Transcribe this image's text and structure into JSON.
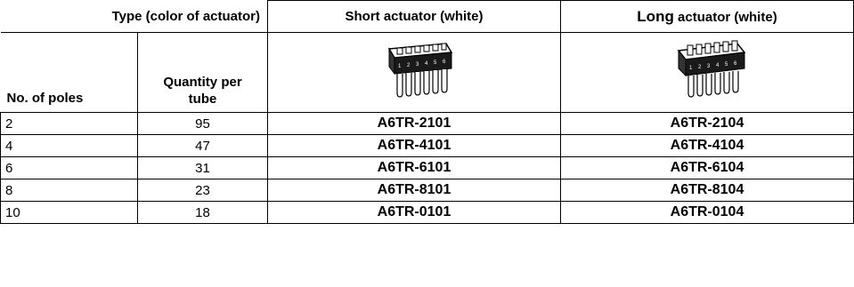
{
  "header": {
    "type_label": "Type (color of actuator)",
    "short_label": "Short actuator (white)",
    "long_label_bold": "Long",
    "long_label_rest": " actuator (white)",
    "poles_label": "No. of poles",
    "qty_label_line1": "Quantity per",
    "qty_label_line2": "tube"
  },
  "images": {
    "short_icon": "dip-switch-short-actuator-icon",
    "long_icon": "dip-switch-long-actuator-icon"
  },
  "rows": [
    {
      "poles": "2",
      "qty": "95",
      "short_model": "A6TR-2101",
      "long_model": "A6TR-2104"
    },
    {
      "poles": "4",
      "qty": "47",
      "short_model": "A6TR-4101",
      "long_model": "A6TR-4104"
    },
    {
      "poles": "6",
      "qty": "31",
      "short_model": "A6TR-6101",
      "long_model": "A6TR-6104"
    },
    {
      "poles": "8",
      "qty": "23",
      "short_model": "A6TR-8101",
      "long_model": "A6TR-8104"
    },
    {
      "poles": "10",
      "qty": "18",
      "short_model": "A6TR-0101",
      "long_model": "A6TR-0104"
    }
  ]
}
